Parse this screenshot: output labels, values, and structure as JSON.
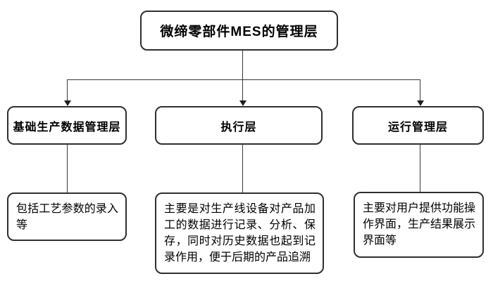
{
  "diagram": {
    "type": "flowchart",
    "root": {
      "label": "微缔零部件MES的管理层"
    },
    "level2": [
      {
        "label": "基础生产数据管理层"
      },
      {
        "label": "执行层"
      },
      {
        "label": "运行管理层"
      }
    ],
    "level3": [
      {
        "text": "包括工艺参数的录入等"
      },
      {
        "text": "主要是对生产线设备对产品加工的数据进行记录、分析、保存，同时对历史数据也起到记录作用，便于后期的产品追溯"
      },
      {
        "text": "主要对用户提供功能操作界面，生产结果展示界面等"
      }
    ],
    "colors": {
      "background": "#ffffff",
      "node_border": "#2f2f2f",
      "connector_line": "#3a3a3a",
      "text": "#000000"
    }
  }
}
